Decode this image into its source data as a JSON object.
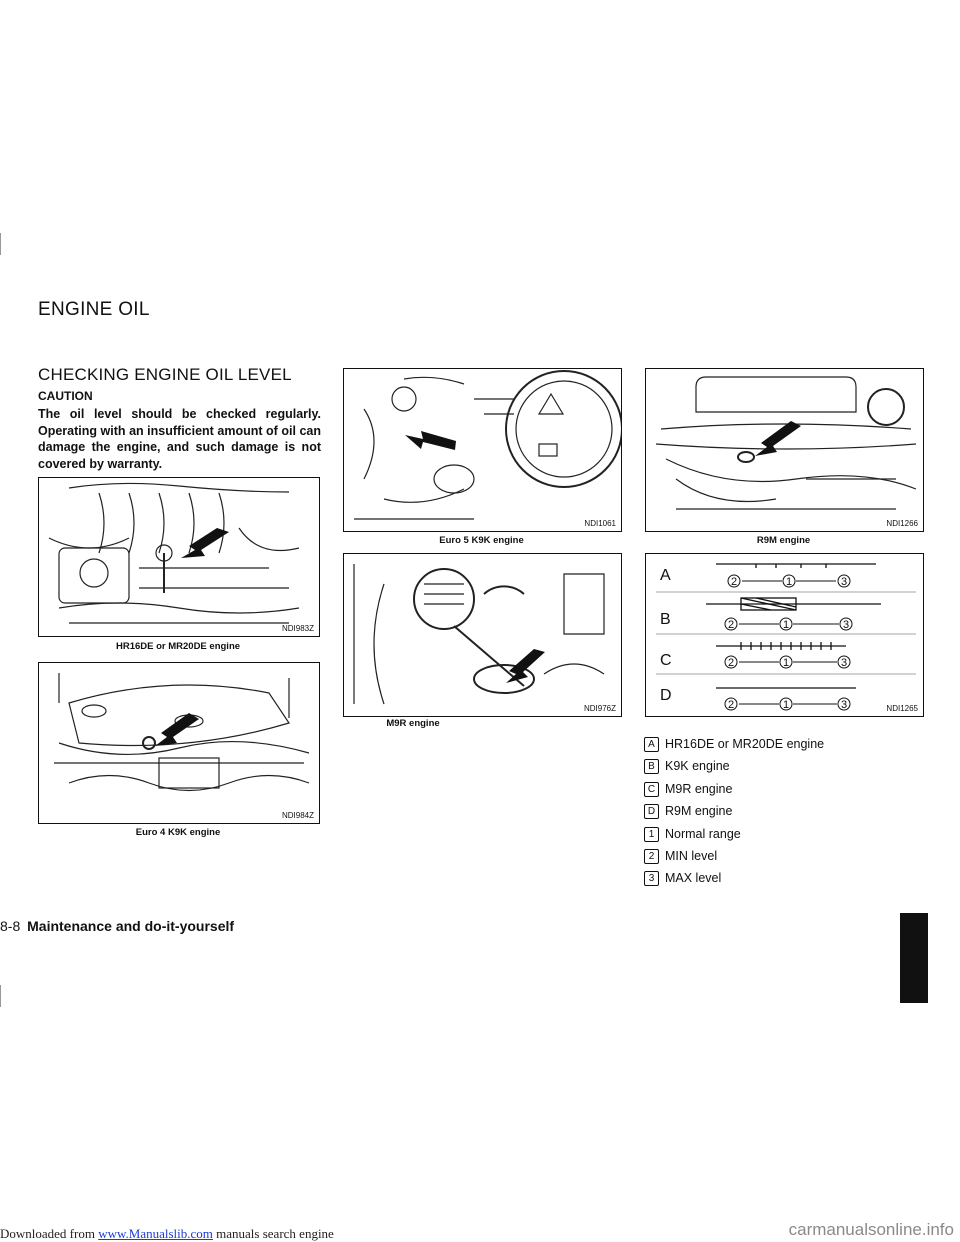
{
  "banner": {
    "prefix": "Downloaded from",
    "link": "www.Manualslib.com",
    "suffix": "manuals search engine",
    "watermark": "carmanualsonline.info"
  },
  "section_title": "ENGINE OIL",
  "subsection_title": "CHECKING ENGINE OIL LEVEL",
  "caution": {
    "heading": "CAUTION",
    "text": "The oil level should be checked regularly. Operating with an insufficient amount of oil can damage the engine, and such damage is not covered by warranty."
  },
  "figures": [
    {
      "code": "NDI983Z",
      "caption": "HR16DE or MR20DE engine"
    },
    {
      "code": "NDI984Z",
      "caption": "Euro 4 K9K engine"
    },
    {
      "code": "NDI1061",
      "caption": "Euro 5 K9K engine"
    },
    {
      "code": "NDI976Z",
      "caption": "M9R engine"
    },
    {
      "code": "NDI1266",
      "caption": "R9M engine"
    },
    {
      "code": "NDI1265",
      "caption": ""
    }
  ],
  "dipstick": {
    "rows": [
      "A",
      "B",
      "C",
      "D"
    ],
    "marks": [
      "2",
      "1",
      "3"
    ]
  },
  "legend": [
    {
      "key": "A",
      "text": "HR16DE or MR20DE engine"
    },
    {
      "key": "B",
      "text": "K9K engine"
    },
    {
      "key": "C",
      "text": "M9R engine"
    },
    {
      "key": "D",
      "text": "R9M engine"
    },
    {
      "key": "1",
      "text": "Normal range"
    },
    {
      "key": "2",
      "text": "MIN level"
    },
    {
      "key": "3",
      "text": "MAX level"
    }
  ],
  "footer": {
    "page": "8-8",
    "chapter": "Maintenance and do-it-yourself"
  }
}
